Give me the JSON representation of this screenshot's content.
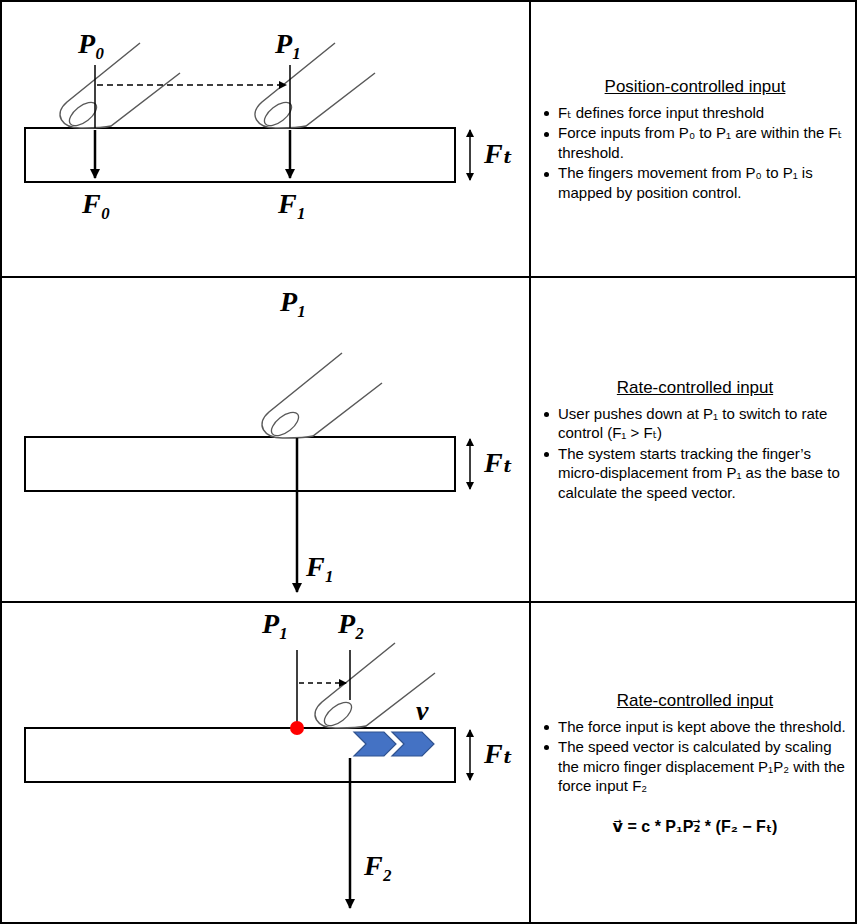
{
  "diagram": {
    "nodes": [
      {
        "text": [
          "Position-controlled input",
          "Fₜ defines force input threshold",
          "Force inputs from P₀ to P₁ are within the Fₜ threshold.",
          "The fingers movement from P₀ to P₁ is mapped by position control."
        ]
      },
      {
        "text": [
          "Rate-controlled input",
          "User pushes down at P₁ to switch to rate control (F₁ > Fₜ)",
          "The system starts tracking the finger’s micro-displacement from P₁ as the base to calculate the speed vector."
        ]
      },
      {
        "text": [
          "Rate-controlled input",
          "The force input is kept above the threshold.",
          "The speed vector is calculated by scaling the micro finger displacement P₁P₂ with the force input F₂",
          "v⃗ = c * P₁P₂⃗ * (F₂ − Fₜ)"
        ]
      }
    ],
    "labels": [
      "P₀",
      "P₁",
      "Fₜ",
      "F₀",
      "F₁",
      "P₁",
      "Fₜ",
      "F₁",
      "P₁",
      "P₂",
      "v⃗",
      "Fₜ",
      "F₂"
    ]
  }
}
